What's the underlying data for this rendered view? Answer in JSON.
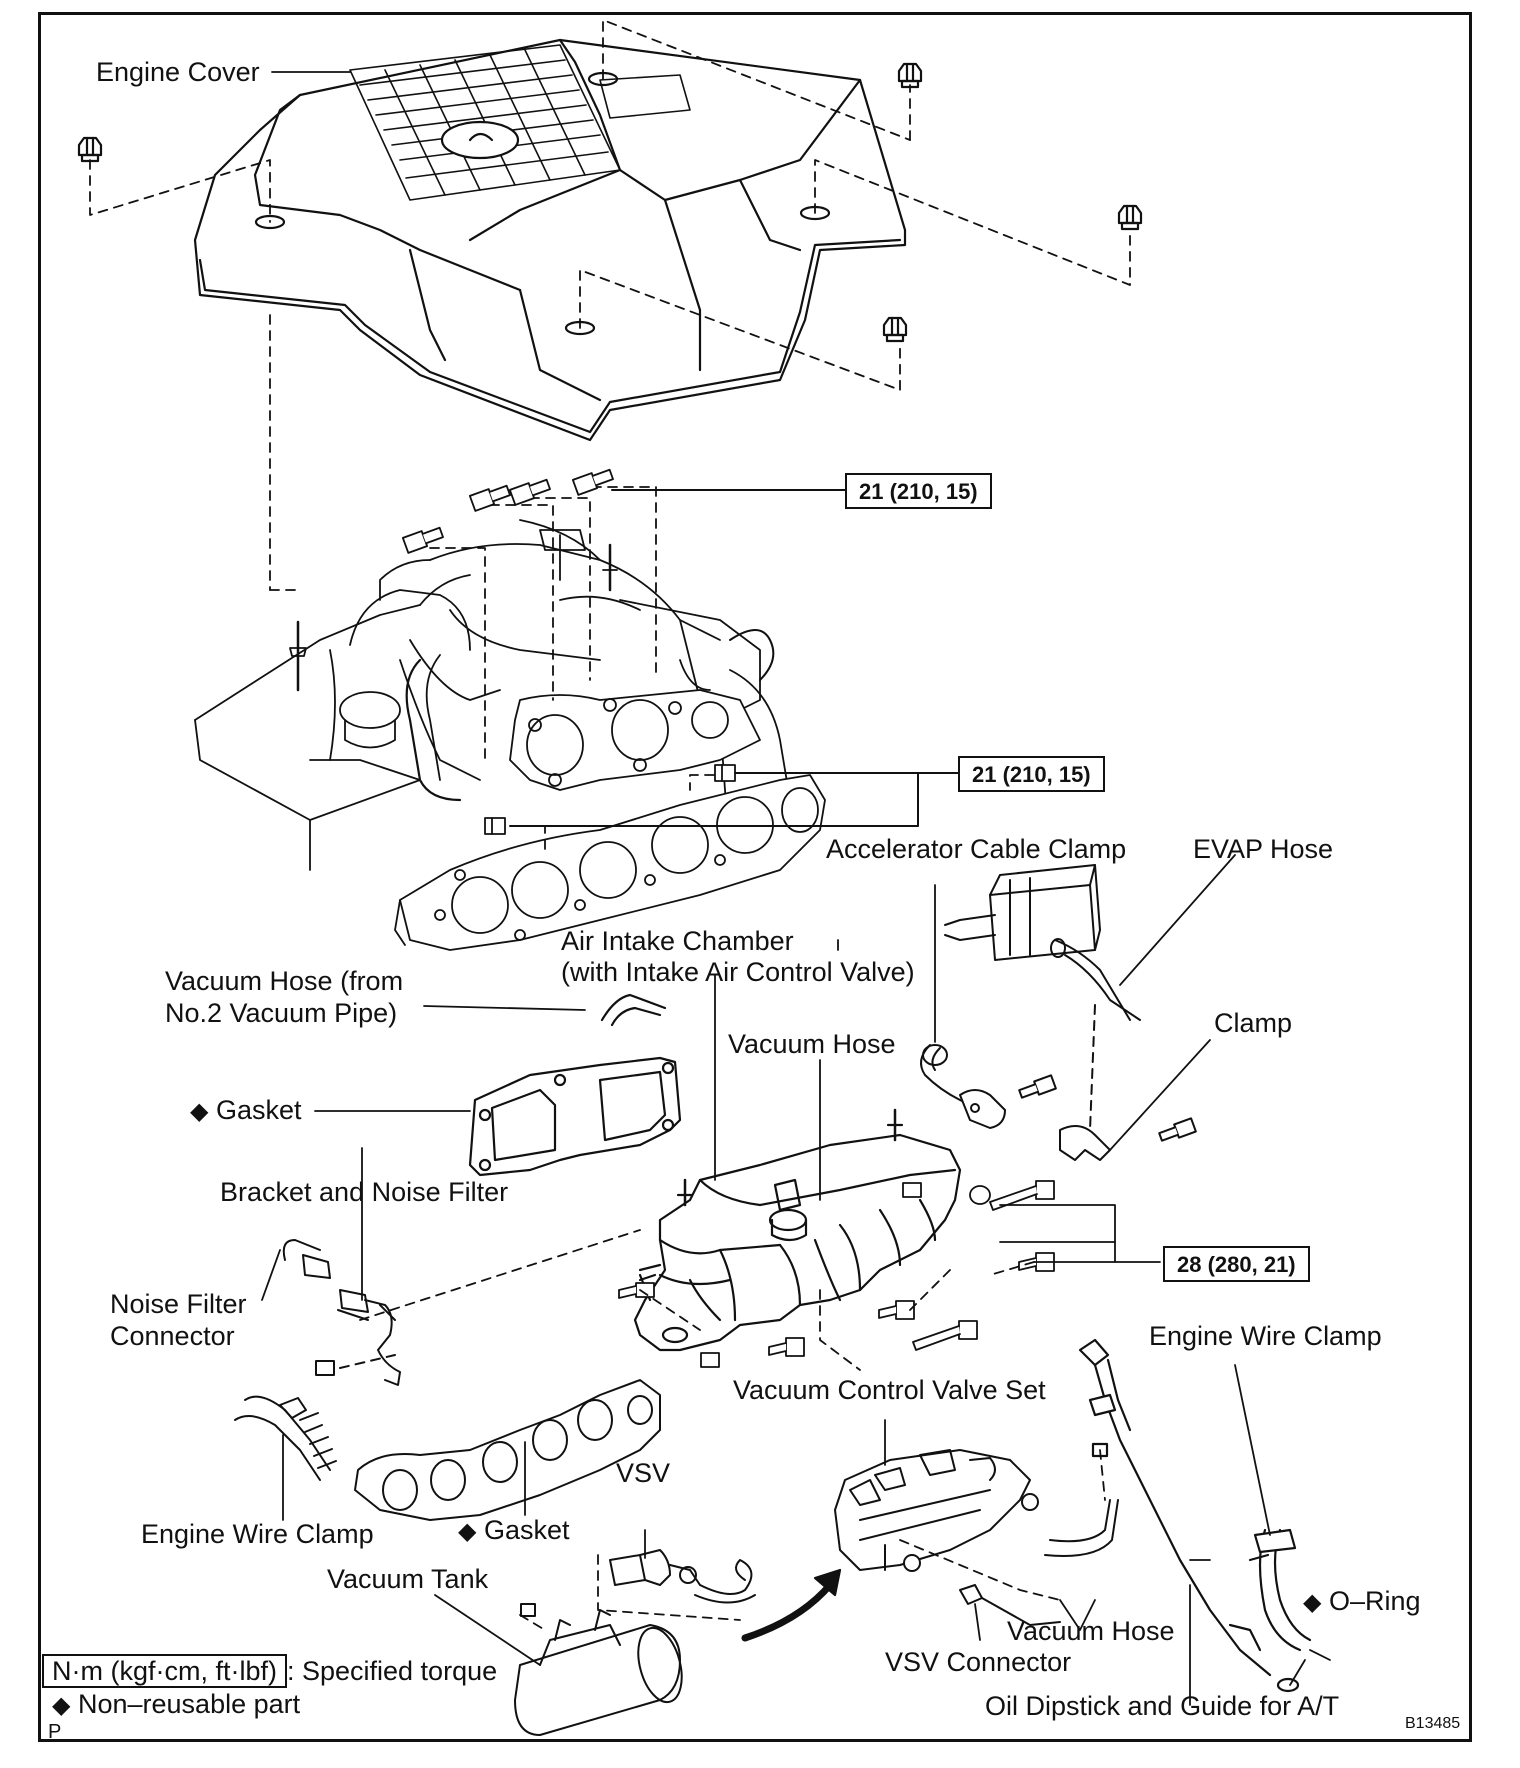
{
  "labels": {
    "engine_cover": "Engine Cover",
    "accelerator_cable_clamp": "Accelerator Cable Clamp",
    "evap_hose": "EVAP Hose",
    "air_intake_chamber_1": "Air Intake Chamber",
    "air_intake_chamber_2": "(with Intake Air Control Valve)",
    "vacuum_hose_from_1": "Vacuum Hose (from",
    "vacuum_hose_from_2": "No.2 Vacuum Pipe)",
    "clamp": "Clamp",
    "vacuum_hose_top": "Vacuum Hose",
    "gasket_top": "Gasket",
    "bracket_noise_filter": "Bracket and Noise Filter",
    "noise_filter_connector_1": "Noise Filter",
    "noise_filter_connector_2": "Connector",
    "engine_wire_clamp_right": "Engine Wire Clamp",
    "vacuum_control_valve_set": "Vacuum Control Valve Set",
    "vsv": "VSV",
    "engine_wire_clamp_left": "Engine Wire Clamp",
    "gasket_bottom": "Gasket",
    "vacuum_tank": "Vacuum Tank",
    "o_ring": "O–Ring",
    "vacuum_hose_bottom": "Vacuum Hose",
    "vsv_connector": "VSV Connector",
    "oil_dipstick": "Oil Dipstick and Guide for A/T"
  },
  "torques": {
    "t1": "21 (210, 15)",
    "t2": "21 (210, 15)",
    "t3": "28 (280, 21)"
  },
  "legend": {
    "unit": "N·m (kgf·cm, ft·lbf)",
    "specified": ": Specified torque",
    "non_reusable": "Non–reusable part",
    "symbol": "◆",
    "corner": "P"
  },
  "figure_id": "B13485"
}
